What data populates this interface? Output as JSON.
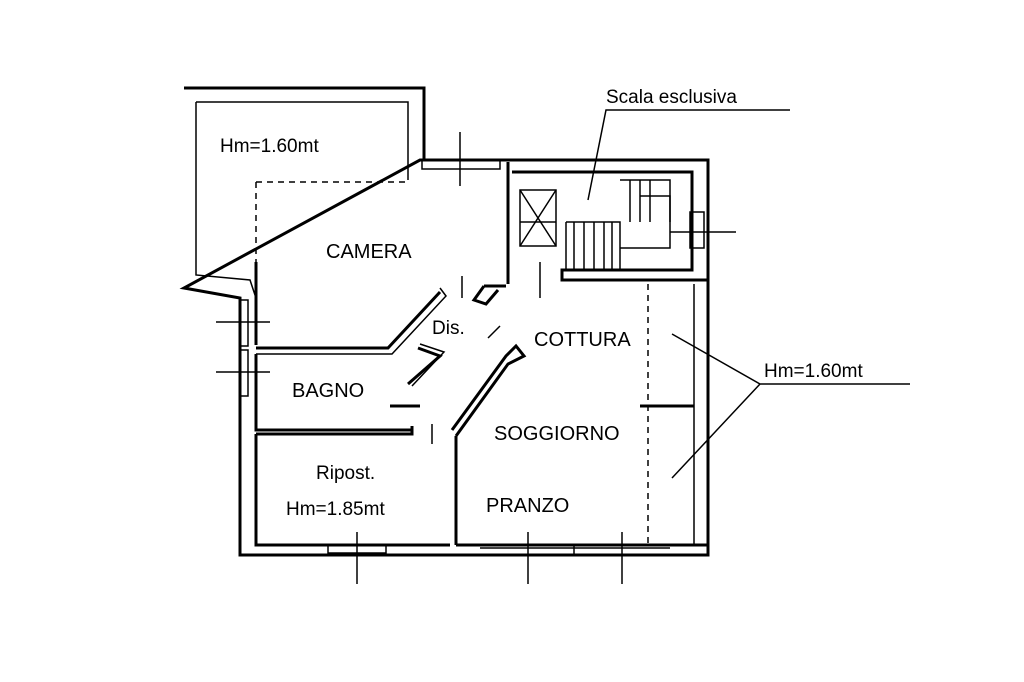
{
  "labels": {
    "scala": "Scala esclusiva",
    "hm_top_left": "Hm=1.60mt",
    "camera": "CAMERA",
    "dis": "Dis.",
    "cottura": "COTTURA",
    "hm_right": "Hm=1.60mt",
    "bagno": "BAGNO",
    "soggiorno": "SOGGIORNO",
    "ripost": "Ripost.",
    "hm_ripost": "Hm=1.85mt",
    "pranzo": "PRANZO"
  }
}
